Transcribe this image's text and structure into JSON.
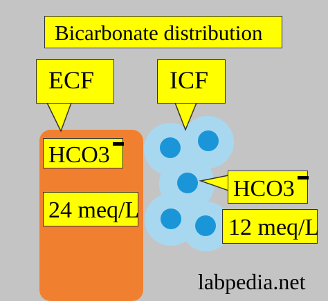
{
  "title": "Bicarbonate distribution",
  "ecf": {
    "label": "ECF",
    "ion": "HCO3",
    "concentration": "24 meq/L",
    "fill_color": "#f08030"
  },
  "icf": {
    "label": "ICF",
    "ion": "HCO3",
    "concentration": "12 meq/L",
    "cell_color": "#a8d8f0",
    "nucleus_color": "#1a96d8"
  },
  "label_box_color": "#ffff00",
  "background_color": "#c4c4c4",
  "watermark": "labpedia.net"
}
